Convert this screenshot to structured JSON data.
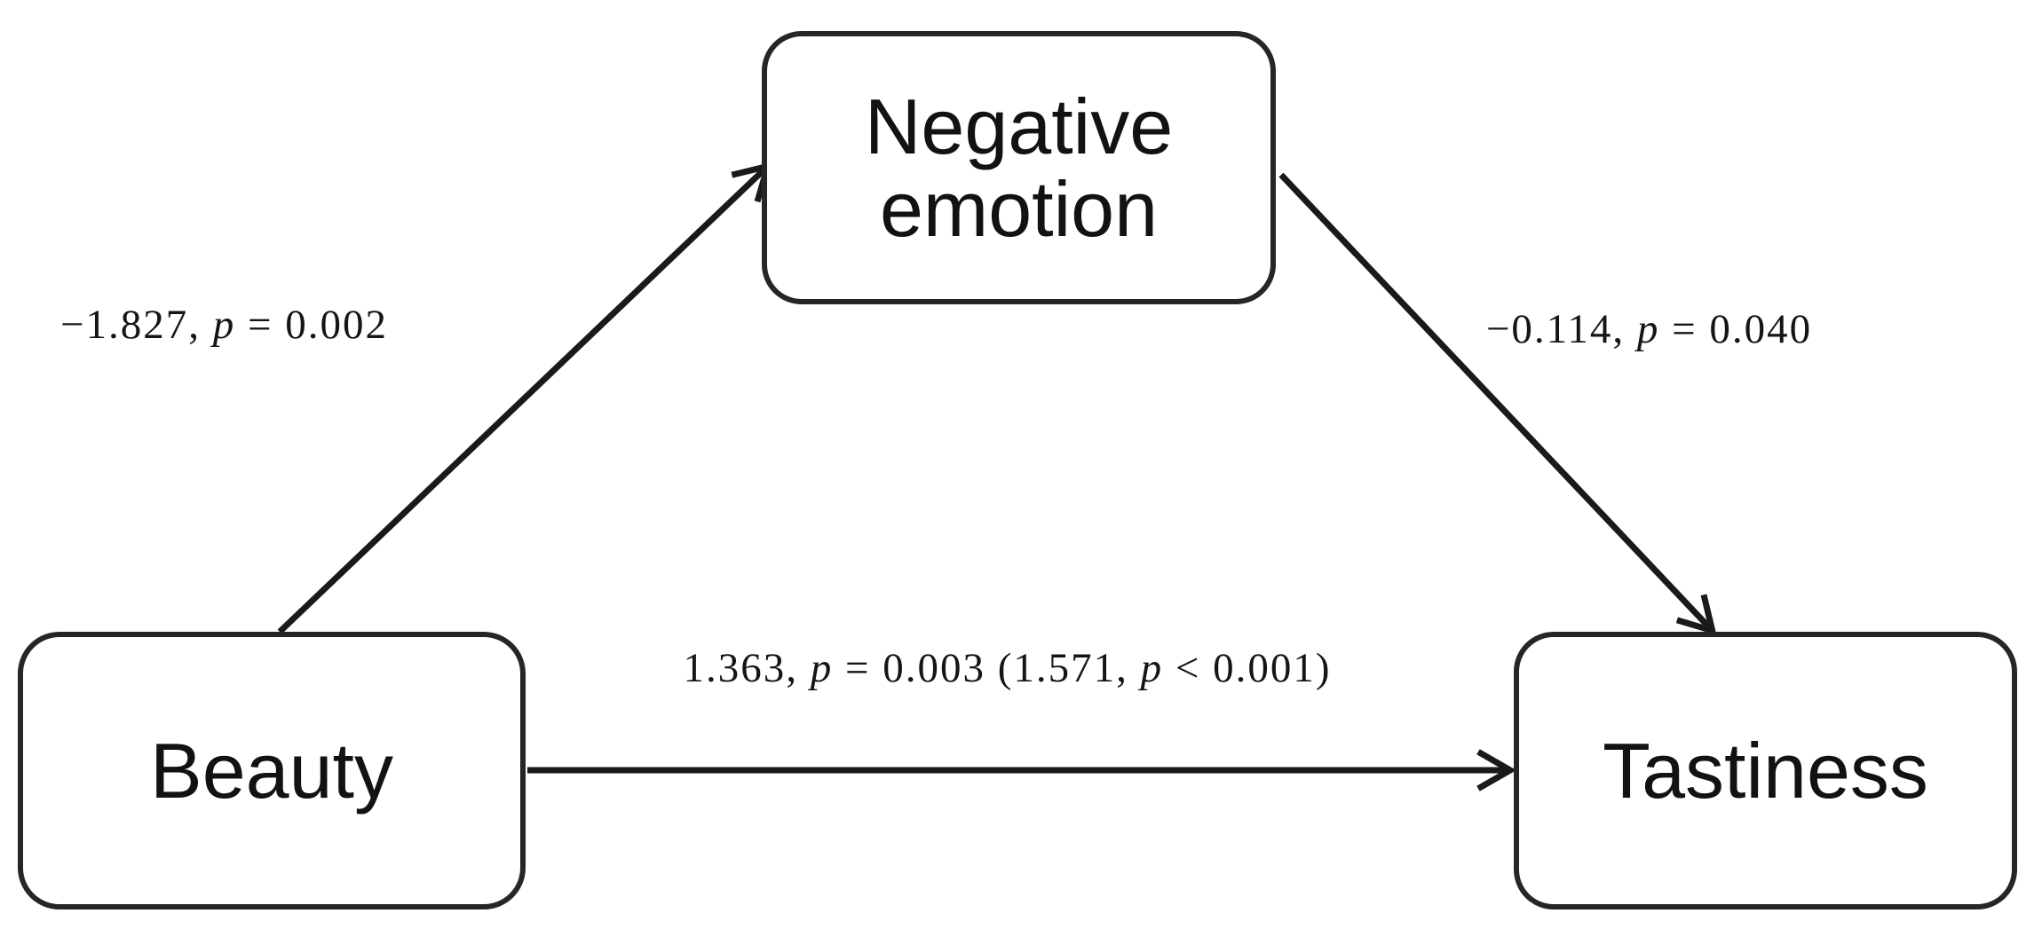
{
  "figure": {
    "type": "mediation-path-diagram",
    "background_color": "#ffffff",
    "line_color": "#1a1a1a",
    "border_color": "#262626",
    "text_color": "#151515",
    "nodes": [
      {
        "id": "mediator",
        "label": "Negative emotion",
        "role": "mediator"
      },
      {
        "id": "predictor",
        "label": "Beauty",
        "role": "independent-variable"
      },
      {
        "id": "outcome",
        "label": "Tastiness",
        "role": "dependent-variable"
      }
    ],
    "paths": [
      {
        "from": "Beauty",
        "to": "Negative emotion",
        "coefficient": -1.827,
        "p_value": "0.002",
        "label": {
          "coef": "−1.827, ",
          "p_word": "p",
          "value": " = 0.002"
        }
      },
      {
        "from": "Negative emotion",
        "to": "Tastiness",
        "coefficient": -0.114,
        "p_value": "0.040",
        "label": {
          "coef": "−0.114, ",
          "p_word": "p",
          "value": " = 0.040"
        }
      },
      {
        "from": "Beauty",
        "to": "Tastiness",
        "coefficient": 1.363,
        "p_value": "0.003",
        "indirect_controlled_coefficient": 1.571,
        "indirect_controlled_p": "< 0.001",
        "label": {
          "coef": "1.363, ",
          "p_word": "p",
          "value": " = 0.003 (1.571, ",
          "p_word2": "p",
          "value2": " < 0.001)"
        }
      }
    ]
  }
}
